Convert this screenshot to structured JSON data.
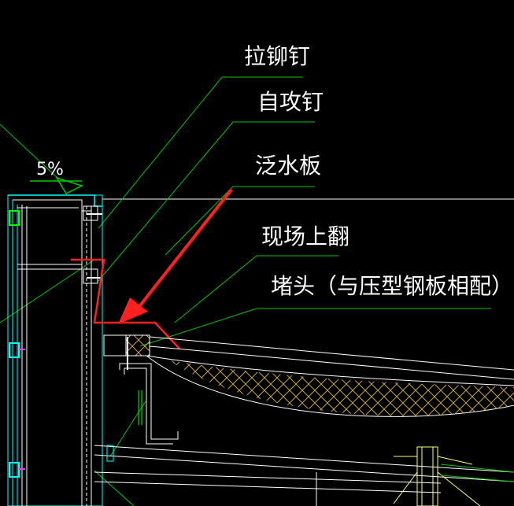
{
  "drawing": {
    "background": "#000000",
    "colors": {
      "leader": "#00c800",
      "outline": "#ffffff",
      "cyan": "#00ffff",
      "flashing": "#ff2020",
      "insulation": "#c8a050",
      "steel": "#ffff66",
      "magenta": "#ff33ff"
    },
    "slope_label": "5%",
    "callouts": [
      {
        "id": "rivet",
        "text": "拉铆钉"
      },
      {
        "id": "screw",
        "text": "自攻钉"
      },
      {
        "id": "flashing",
        "text": "泛水板"
      },
      {
        "id": "upturn",
        "text": "现场上翻"
      },
      {
        "id": "endcap",
        "text": "堵头（与压型钢板相配）"
      }
    ]
  }
}
